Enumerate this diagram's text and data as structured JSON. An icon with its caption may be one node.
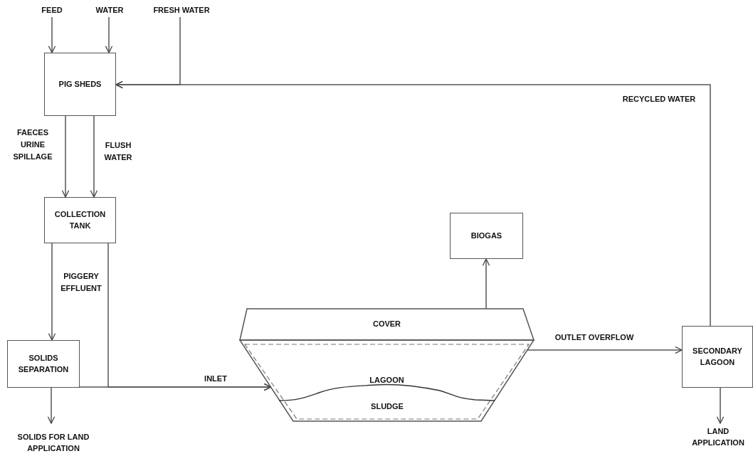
{
  "diagram": {
    "nodes": [
      {
        "text": [
          "FEED"
        ]
      },
      {
        "text": [
          "WATER"
        ]
      },
      {
        "text": [
          "FRESH WATER"
        ]
      },
      {
        "text": [
          "PIG SHEDS"
        ]
      },
      {
        "text": [
          "COLLECTION TANK"
        ]
      },
      {
        "text": [
          "SOLIDS SEPARATION"
        ]
      },
      {
        "text": [
          "SOLIDS FOR LAND APPLICATION"
        ]
      },
      {
        "text": [
          "BIOGAS"
        ]
      },
      {
        "text": [
          "COVER"
        ]
      },
      {
        "text": [
          "LAGOON"
        ]
      },
      {
        "text": [
          "SLUDGE"
        ],
        "in": 9
      },
      {
        "text": [
          "SECONDARY LAGOON"
        ]
      },
      {
        "text": [
          "LAND APPLICATION"
        ]
      }
    ],
    "edges": [
      {
        "from": 0,
        "to": 3,
        "arrow": "to"
      },
      {
        "from": 1,
        "to": 3,
        "arrow": "to"
      },
      {
        "from": 2,
        "to": 3,
        "arrow": "to"
      },
      {
        "from": 11,
        "to": 3,
        "arrow": "to",
        "label": "RECYCLED WATER"
      },
      {
        "from": 3,
        "to": 4,
        "arrow": "to",
        "label": "FAECES URINE SPILLAGE"
      },
      {
        "from": 3,
        "to": 4,
        "arrow": "to",
        "label": "FLUSH WATER"
      },
      {
        "from": 4,
        "to": 5,
        "arrow": "to"
      },
      {
        "from": 4,
        "to": 9,
        "arrow": "to",
        "label": "PIGGERY EFFLUENT"
      },
      {
        "from": 5,
        "to": 9,
        "arrow": "to",
        "label": "INLET"
      },
      {
        "from": 8,
        "to": 7,
        "arrow": "to"
      },
      {
        "from": 9,
        "to": 11,
        "arrow": "to",
        "label": "OUTLET OVERFLOW"
      },
      {
        "from": 11,
        "to": 12,
        "arrow": "to"
      },
      {
        "from": 5,
        "to": 6,
        "arrow": "to"
      }
    ]
  }
}
